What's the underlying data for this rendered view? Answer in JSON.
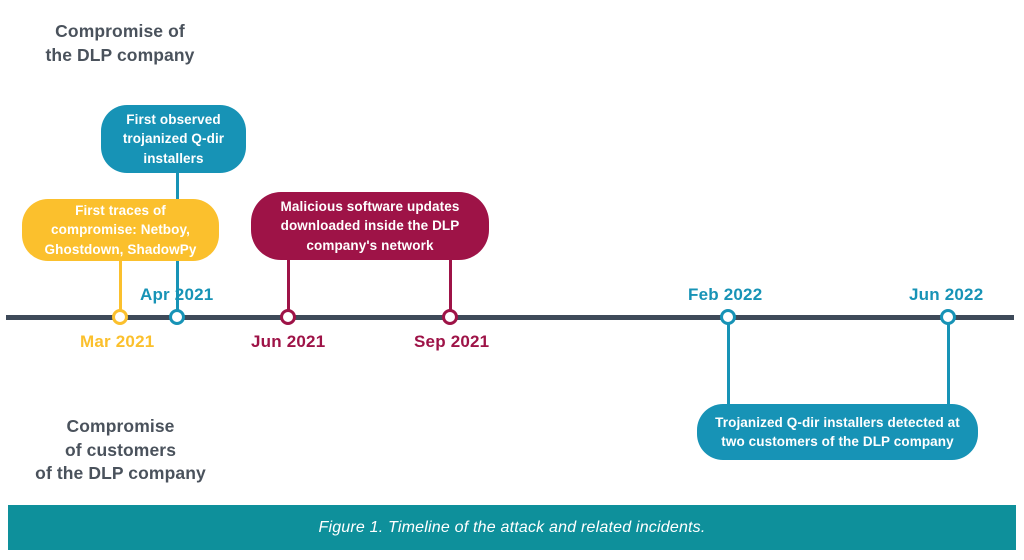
{
  "headings": {
    "top": "Compromise of\nthe DLP company",
    "bottom": "Compromise\nof customers\nof the DLP company"
  },
  "colors": {
    "teal": "#1793b6",
    "yellow": "#fbc02d",
    "crimson": "#9e1347",
    "axis": "#3e4a59",
    "caption_bar": "#0e909b",
    "heading_text": "#4a525c"
  },
  "axis": {
    "markers": [
      {
        "date": "Mar 2021",
        "color_key": "yellow",
        "label_position": "below"
      },
      {
        "date": "Apr 2021",
        "color_key": "teal",
        "label_position": "above"
      },
      {
        "date": "Jun 2021",
        "color_key": "crimson",
        "label_position": "below"
      },
      {
        "date": "Sep 2021",
        "color_key": "crimson",
        "label_position": "below"
      },
      {
        "date": "Feb 2022",
        "color_key": "teal",
        "label_position": "above"
      },
      {
        "date": "Jun 2022",
        "color_key": "teal",
        "label_position": "above"
      }
    ]
  },
  "events": [
    {
      "id": "first-observed-trojanized",
      "text": "First observed\ntrojanized Q-dir\ninstallers",
      "color_key": "teal",
      "connects_to": [
        "Apr 2021"
      ]
    },
    {
      "id": "first-traces-compromise",
      "text": "First traces of\ncompromise: Netboy,\nGhostdown, ShadowPy",
      "color_key": "yellow",
      "connects_to": [
        "Mar 2021"
      ]
    },
    {
      "id": "malicious-software-updates",
      "text": "Malicious software updates\ndownloaded inside the DLP\ncompany's network",
      "color_key": "crimson",
      "connects_to": [
        "Jun 2021",
        "Sep 2021"
      ]
    },
    {
      "id": "trojanized-detected-customers",
      "text": "Trojanized Q-dir installers detected at\ntwo customers of the DLP company",
      "color_key": "teal",
      "connects_to": [
        "Feb 2022",
        "Jun 2022"
      ]
    }
  ],
  "caption": "Figure 1. Timeline of the attack and related incidents."
}
